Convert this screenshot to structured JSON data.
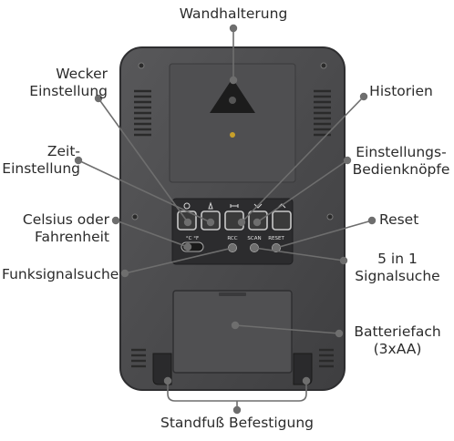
{
  "labels": {
    "wall_mount": "Wandhalterung",
    "alarm_line1": "Wecker",
    "alarm_line2": "Einstellung",
    "history": "Historien",
    "time_line1": "Zeit-",
    "time_line2": "Einstellung",
    "settings_line1": "Einstellungs-",
    "settings_line2": "Bedienknöpfe",
    "celsius_line1": "Celsius oder",
    "celsius_line2": "Fahrenheit",
    "reset": "Reset",
    "radio_search": "Funksignalsuche",
    "signal_line1": "5 in 1",
    "signal_line2": "Signalsuche",
    "battery_line1": "Batteriefach",
    "battery_line2": "(3xAA)",
    "stand": "Standfuß Befestigung"
  },
  "device": {
    "switch_text": "°C  °F",
    "rcc_text": "RCC",
    "scan_text": "SCAN",
    "reset_text": "RESET"
  },
  "colors": {
    "device_body": "#4a4a4c",
    "device_edge": "#2e2e30",
    "leader_line": "#6e6e6e",
    "leader_dot": "#6e6e6e",
    "button_face": "#3a3a3a",
    "button_bezel": "#c9c9c9"
  }
}
